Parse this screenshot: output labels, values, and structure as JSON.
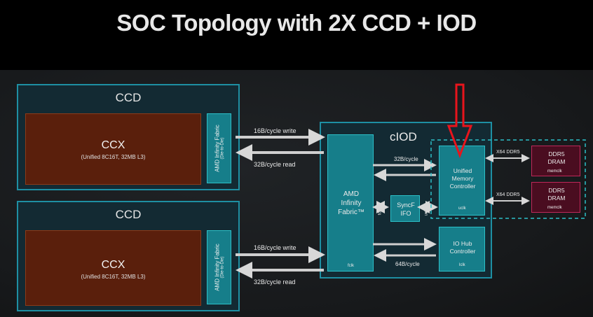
{
  "title": "SOC Topology with 2X CCD + IOD",
  "ccd_top": {
    "label": "CCD",
    "ccx_label": "CCX",
    "ccx_sub": "(Unified 8C16T, 32MB L3)",
    "fabric_l1": "AMD Infinity Fabric",
    "fabric_l2": "(Die-to-Die)",
    "write_label": "16B/cycle write",
    "read_label": "32B/cycle read"
  },
  "ccd_bottom": {
    "label": "CCD",
    "ccx_label": "CCX",
    "ccx_sub": "(Unified 8C16T, 32MB L3)",
    "fabric_l1": "AMD Infinity Fabric",
    "fabric_l2": "(Die-to-Die)",
    "write_label": "16B/cycle write",
    "read_label": "32B/cycle read"
  },
  "ciod": {
    "label": "cIOD",
    "fabric_l1": "AMD",
    "fabric_l2": "Infinity",
    "fabric_l3": "Fabric™",
    "fabric_clk": "fclk",
    "link_umc": "32B/cycle",
    "syncf_l1": "SyncF",
    "syncf_l2": "IFO",
    "syncf_fclk": "fclk",
    "syncf_uclk": "uclk",
    "umc_l1": "Unified",
    "umc_l2": "Memory",
    "umc_l3": "Controller",
    "umc_clk": "uclk",
    "io_l1": "IO Hub",
    "io_l2": "Controller",
    "io_clk": "lclk",
    "link_io": "64B/cycle"
  },
  "memory": [
    {
      "link": "X64 DDR5",
      "l1": "DDR5",
      "l2": "DRAM",
      "clk": "memclk"
    },
    {
      "link": "X64 DDR5",
      "l1": "DDR5",
      "l2": "DRAM",
      "clk": "memclk"
    }
  ],
  "colors": {
    "ccd_border": "#1e8fa3",
    "teal_block": "#167e8a",
    "ccx_fill": "#5a1f0c",
    "ddr_fill": "#4a0d20",
    "highlight_arrow": "#e8141c"
  }
}
